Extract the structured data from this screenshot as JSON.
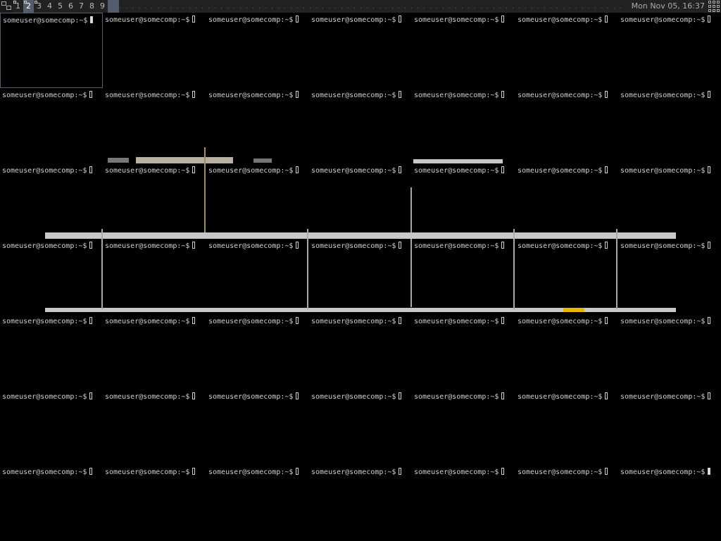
{
  "topbar": {
    "tags": [
      "1",
      "2",
      "3",
      "4",
      "5",
      "6",
      "7",
      "8",
      "9"
    ],
    "selected_tag": "2",
    "occupied_tags": [
      "1",
      "2",
      "3"
    ],
    "clock": "Mon Nov 05, 16:37",
    "layout_icon": "floating-layout-icon",
    "layoutbox_icon": "tile-grid-layout-icon"
  },
  "terminal_grid": {
    "rows": 7,
    "cols": 7,
    "prompt": "someuser@somecomp:~$",
    "focused_index": 0,
    "solid_cursor_indices": [
      0,
      48
    ]
  },
  "colors": {
    "bar_bg": "#222222",
    "selected_bg": "#535d6c",
    "focus_border": "#535d6c",
    "terminal_bg": "#000000",
    "terminal_fg": "#d0d0d0"
  }
}
